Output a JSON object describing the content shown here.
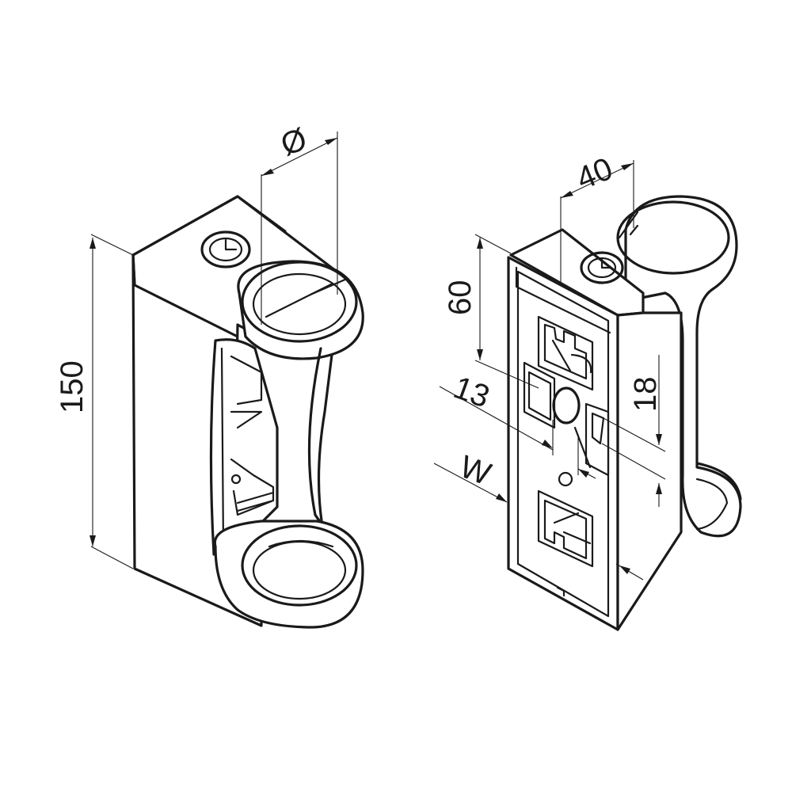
{
  "labels": {
    "diameter": "Ø",
    "height_150": "150",
    "width_40": "40",
    "height_60": "60",
    "dim_13": "13",
    "dim_18": "18",
    "dim_w": "W"
  }
}
